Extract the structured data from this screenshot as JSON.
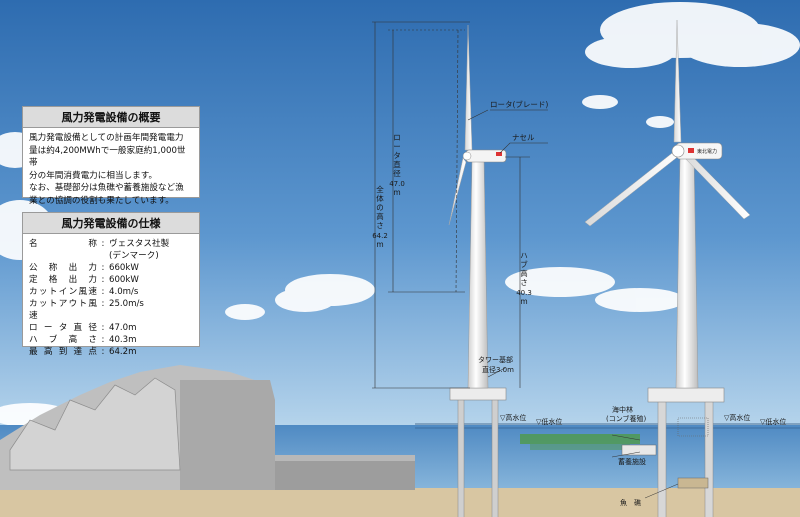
{
  "summary": {
    "title": "風力発電設備の概要",
    "lines": [
      "風力発電設備としての計画年間発電電力",
      "量は約4,200MWhで一般家庭約1,000世帯",
      "分の年間消費電力に相当します。",
      "なお、基礎部分は魚礁や蓄養施設など漁",
      "業との協調の役割も果たしています。"
    ]
  },
  "specs": {
    "title": "風力発電設備の仕様",
    "rows": [
      {
        "key": "名　　称",
        "value": "ヴェスタス社製"
      },
      {
        "key": "",
        "value": "(デンマーク)"
      },
      {
        "key": "公称出力",
        "value": "660kW"
      },
      {
        "key": "定格出力",
        "value": "600kW"
      },
      {
        "key": "カットイン風速",
        "value": "4.0m/s"
      },
      {
        "key": "カットアウト風速",
        "value": "25.0m/s"
      },
      {
        "key": "ロータ直径",
        "value": "47.0m"
      },
      {
        "key": "ハブ高さ",
        "value": "40.3m"
      },
      {
        "key": "最高到達点",
        "value": "64.2m"
      }
    ]
  },
  "labels": {
    "rotor_blade": "ロータ(ブレード)",
    "nacelle": "ナセル",
    "rotor_diameter": [
      "ロ",
      "ー",
      "タ",
      "直",
      "径",
      "47.0",
      "m"
    ],
    "total_height": [
      "全",
      "体",
      "の",
      "高",
      "さ",
      "64.2",
      "m"
    ],
    "hub_height": [
      "ハ",
      "ブ",
      "高",
      "さ",
      "40.3",
      "m"
    ],
    "tower_base_1": "タワー基部",
    "tower_base_2": "直径3.0m",
    "high_water_left": "▽高水位",
    "low_water_left": "▽低水位",
    "high_water_right": "▽高水位",
    "low_water_right": "▽低水位",
    "seaweed_1": "海中林",
    "seaweed_2": "(コンブ養殖)",
    "culture": "蓄養施設",
    "fish_reef": "魚　礁",
    "nacelle_logo": "東北電力"
  },
  "colors": {
    "sky_top": "#2f6fb3",
    "sky_bottom": "#a9cde8",
    "sea": "#6fa3d2",
    "seabed": "#d9c7a6",
    "tower": "#f2f2f2"
  }
}
